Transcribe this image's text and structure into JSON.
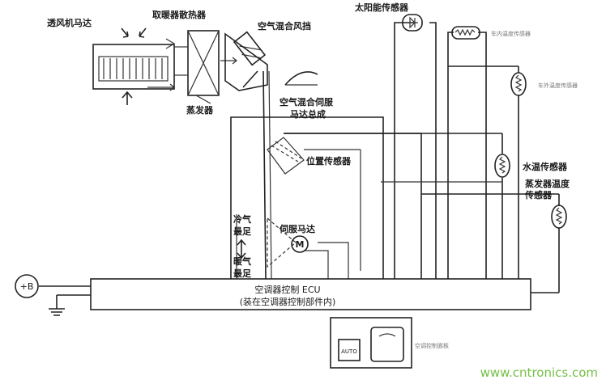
{
  "labels": {
    "blower_motor": "透风机马达",
    "heater_core": "取暖器散热器",
    "air_mix_damper": "空气混合风挡",
    "solar_sensor": "太阳能传感器",
    "cabin_temp_sensor": "车内温度传感器",
    "ambient_temp_sensor": "车外温度传感器",
    "evaporator": "蒸发器",
    "servo_assembly_line1": "空气混合伺服",
    "servo_assembly_line2": "马达总成",
    "position_sensor": "位置传感器",
    "water_temp_sensor": "水温传感器",
    "evap_sensor_line1": "蒸发器温度",
    "evap_sensor_line2": "传感器",
    "cold_line1": "冷气",
    "cold_line2": "最足",
    "warm_line1": "暖气",
    "warm_line2": "最足",
    "servo_motor": "伺服马达",
    "motor_symbol": "M",
    "battery": "+B",
    "ecu_line1": "空调器控制 ECU",
    "ecu_line2": "(装在空调器控制部件内)",
    "auto_button": "AUTO",
    "control_panel": "空调控制面板",
    "watermark": "www.cntronics.com"
  },
  "colors": {
    "line": "#222222",
    "watermark": "#74c046"
  }
}
